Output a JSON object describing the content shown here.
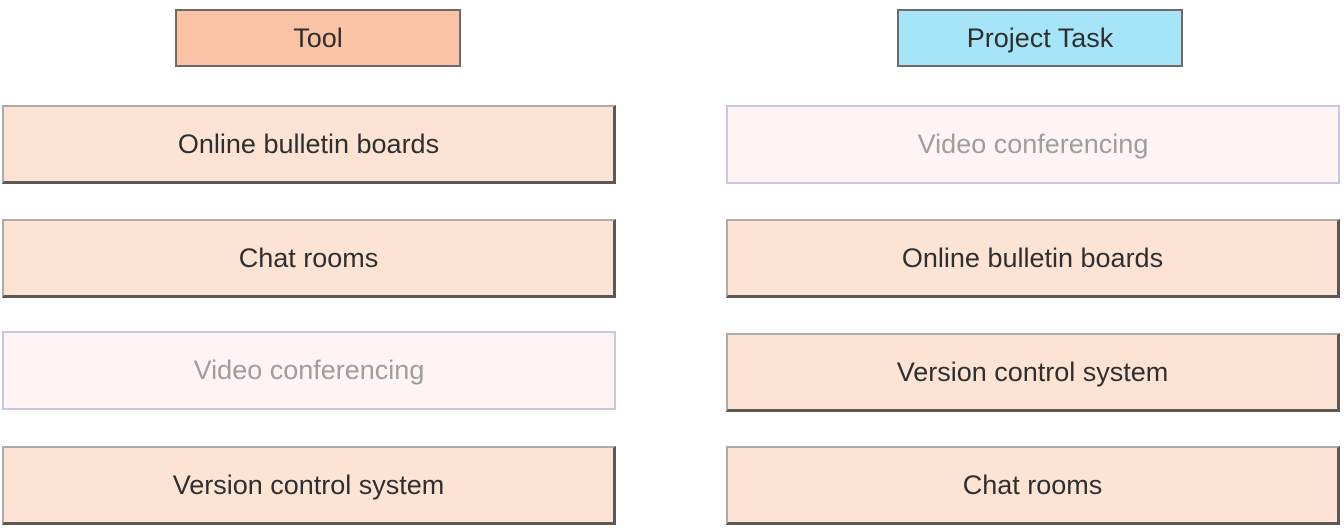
{
  "tool_column": {
    "header": "Tool",
    "items": [
      {
        "label": "Online bulletin boards",
        "state": "normal"
      },
      {
        "label": "Chat rooms",
        "state": "normal"
      },
      {
        "label": "Video conferencing",
        "state": "faded"
      },
      {
        "label": "Version control system",
        "state": "normal"
      }
    ]
  },
  "task_column": {
    "header": "Project Task",
    "items": [
      {
        "label": "Video conferencing",
        "state": "faded"
      },
      {
        "label": "Online bulletin boards",
        "state": "normal"
      },
      {
        "label": "Version control system",
        "state": "normal"
      },
      {
        "label": "Chat rooms",
        "state": "normal"
      }
    ]
  },
  "colors": {
    "tool_header_bg": "#fbc3a6",
    "task_header_bg": "#a6e5f7",
    "item_bg": "#fce3d4",
    "faded_item_bg": "#fdf4f3",
    "faded_text": "#9e9e9e"
  }
}
